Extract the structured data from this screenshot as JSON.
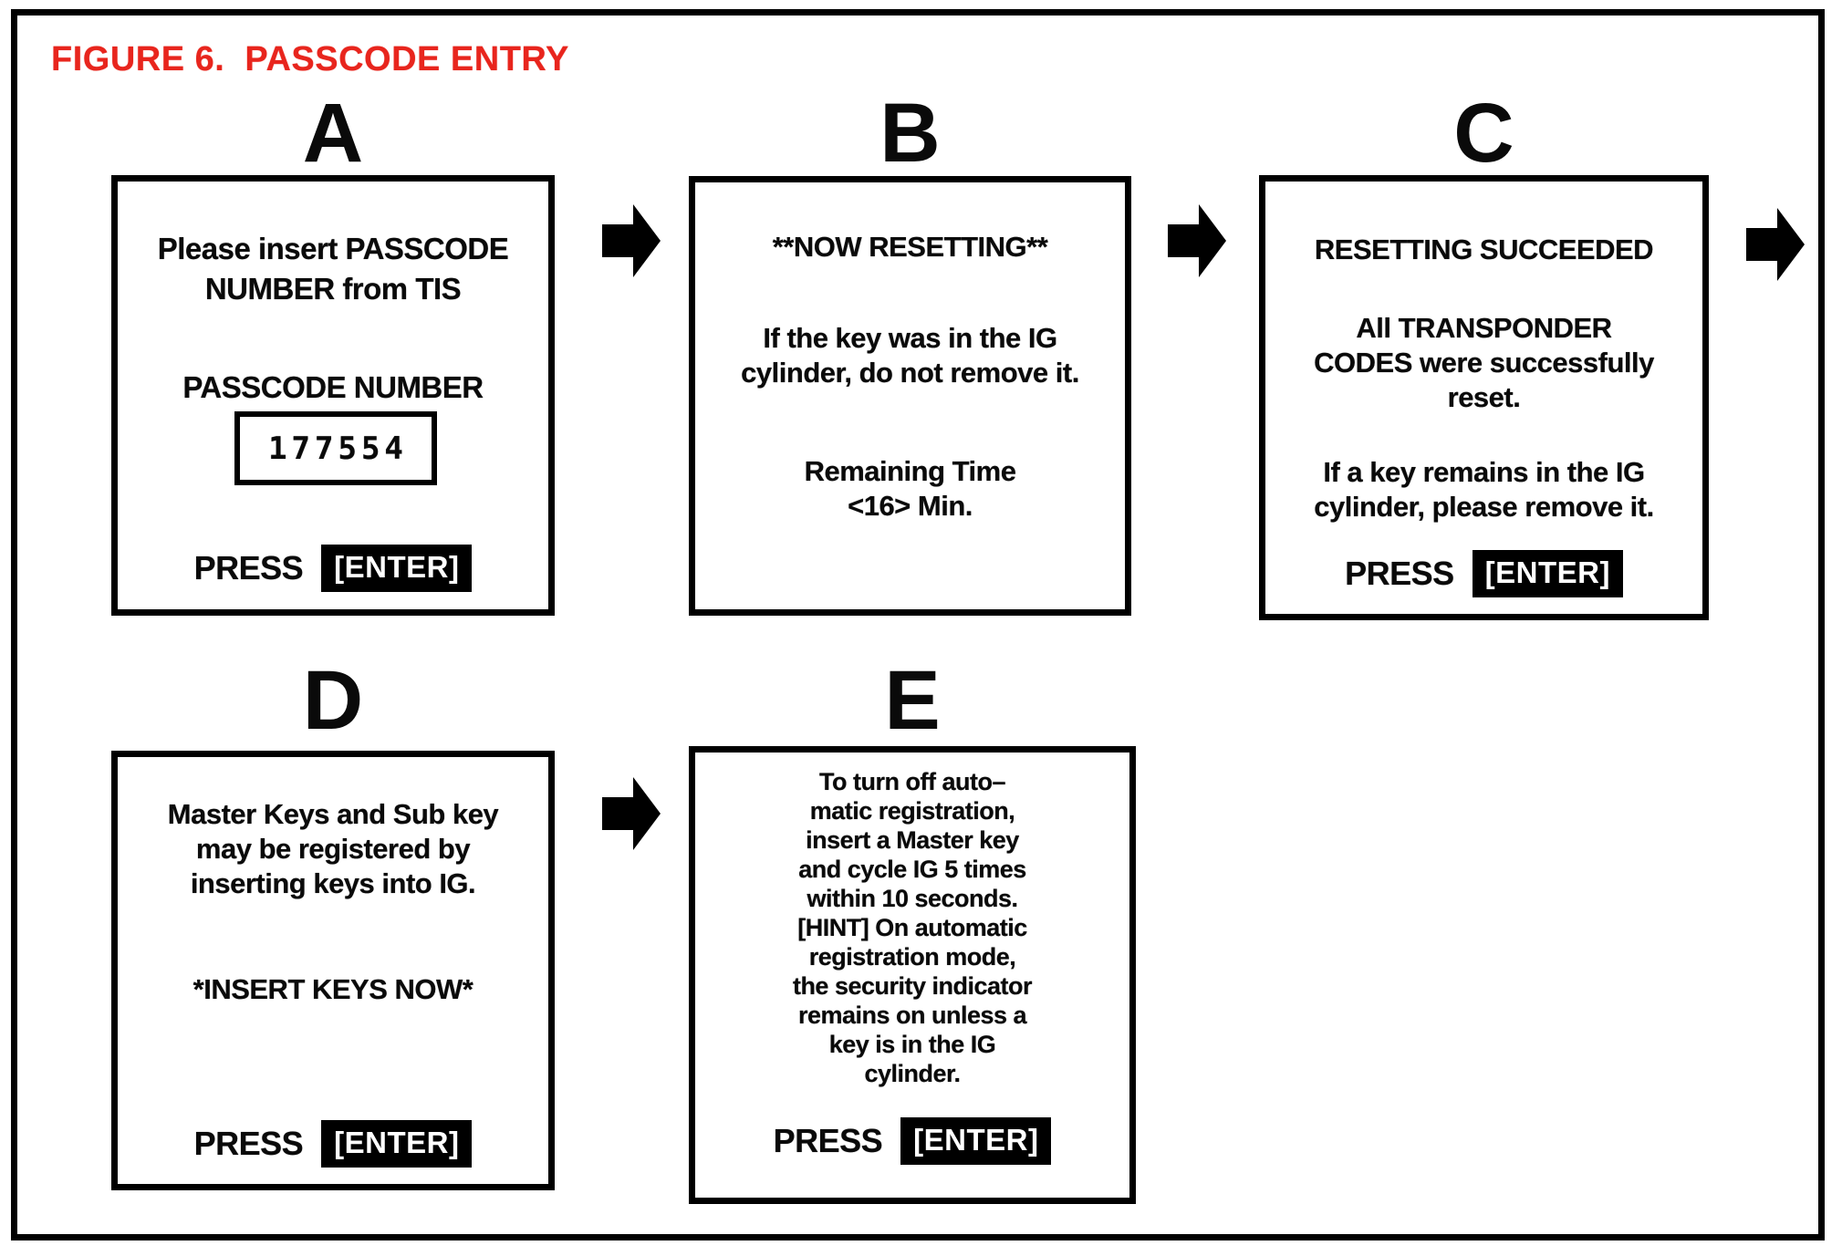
{
  "figure": {
    "title": "FIGURE 6.  PASSCODE ENTRY",
    "title_color": "#e8251d"
  },
  "icons": {
    "flow_arrow": "right-block-arrow"
  },
  "screens": {
    "a": {
      "label": "A",
      "intro": "Please insert PASSCODE\nNUMBER from TIS",
      "passcode_label": "PASSCODE NUMBER",
      "passcode_value": "177554",
      "press": "PRESS",
      "enter": "[ENTER]"
    },
    "b": {
      "label": "B",
      "title": "**NOW RESETTING**",
      "body": "If the key was in the IG\ncylinder, do not remove it.",
      "remaining_time": "Remaining Time\n<16> Min."
    },
    "c": {
      "label": "C",
      "title": "RESETTING SUCCEEDED",
      "body": "All TRANSPONDER\nCODES were successfully\nreset.",
      "note": "If a key remains in the IG\ncylinder, please remove it.",
      "press": "PRESS",
      "enter": "[ENTER]"
    },
    "d": {
      "label": "D",
      "body": "Master Keys and Sub key\nmay be registered by\ninserting keys into IG.",
      "prompt": "*INSERT KEYS NOW*",
      "press": "PRESS",
      "enter": "[ENTER]"
    },
    "e": {
      "label": "E",
      "body": "To turn off auto–\nmatic registration,\ninsert a Master key\nand cycle IG 5 times\nwithin 10 seconds.\n[HINT] On automatic\nregistration mode,\nthe security indicator\nremains on unless a\nkey is in the IG\ncylinder.",
      "press": "PRESS",
      "enter": "[ENTER]"
    }
  }
}
